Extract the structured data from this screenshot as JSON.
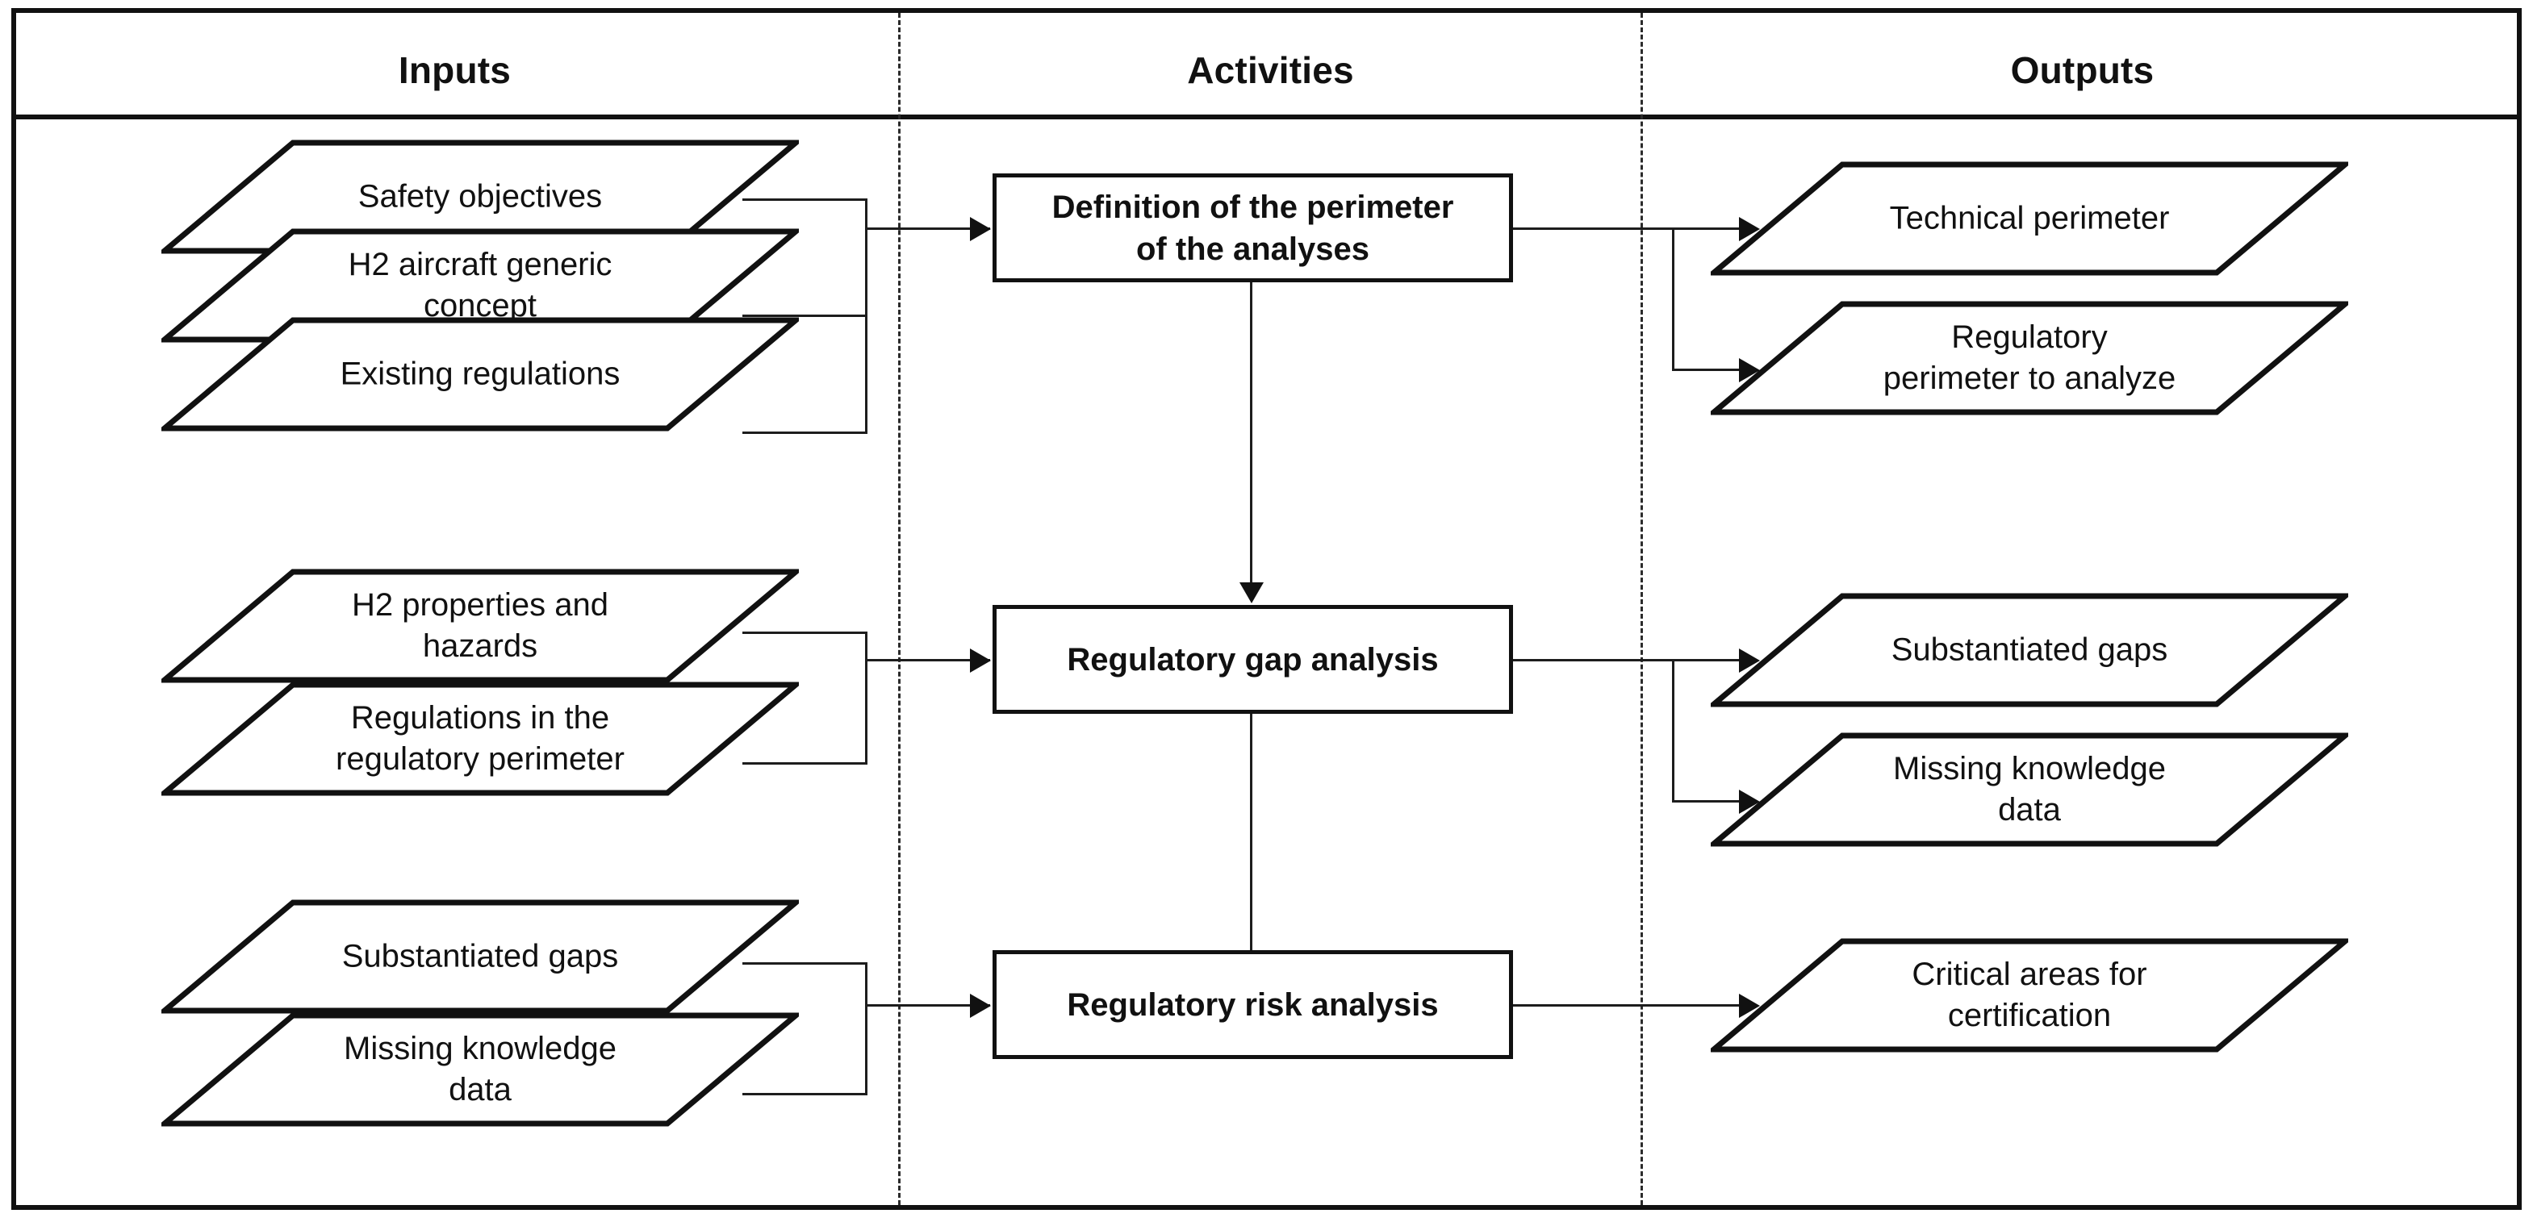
{
  "diagram": {
    "columns": [
      {
        "id": "inputs",
        "label": "Inputs"
      },
      {
        "id": "activities",
        "label": "Activities"
      },
      {
        "id": "outputs",
        "label": "Outputs"
      }
    ],
    "colors": {
      "line": "#1d1d1d",
      "border": "#111111",
      "text": "#111111",
      "background": "#ffffff",
      "divider": "#2b2b2b"
    },
    "rows": [
      {
        "id": "row-1",
        "inputs": [
          {
            "id": "safety-objectives",
            "label": "Safety objectives"
          },
          {
            "id": "h2-generic-concept",
            "label": "H2 aircraft generic\nconcept"
          },
          {
            "id": "existing-regulations",
            "label": "Existing regulations"
          }
        ],
        "activity": {
          "id": "definition-perimeter",
          "label": "Definition of the perimeter\nof the analyses"
        },
        "outputs": [
          {
            "id": "technical-perimeter",
            "label": "Technical perimeter"
          },
          {
            "id": "regulatory-perimeter",
            "label": "Regulatory\nperimeter to analyze"
          }
        ]
      },
      {
        "id": "row-2",
        "inputs": [
          {
            "id": "h2-properties-hazards",
            "label": "H2 properties and\nhazards"
          },
          {
            "id": "regulations-in-perimeter",
            "label": "Regulations in the\nregulatory perimeter"
          }
        ],
        "activity": {
          "id": "regulatory-gap-analysis",
          "label": "Regulatory gap analysis"
        },
        "outputs": [
          {
            "id": "substantiated-gaps",
            "label": "Substantiated gaps"
          },
          {
            "id": "missing-knowledge",
            "label": "Missing knowledge\ndata"
          }
        ]
      },
      {
        "id": "row-3",
        "inputs": [
          {
            "id": "substantiated-gaps-in",
            "label": "Substantiated gaps"
          },
          {
            "id": "missing-knowledge-in",
            "label": "Missing knowledge\ndata"
          }
        ],
        "activity": {
          "id": "regulatory-risk-analysis",
          "label": "Regulatory risk analysis"
        },
        "outputs": [
          {
            "id": "critical-areas",
            "label": "Critical areas for\ncertification"
          }
        ]
      }
    ]
  }
}
